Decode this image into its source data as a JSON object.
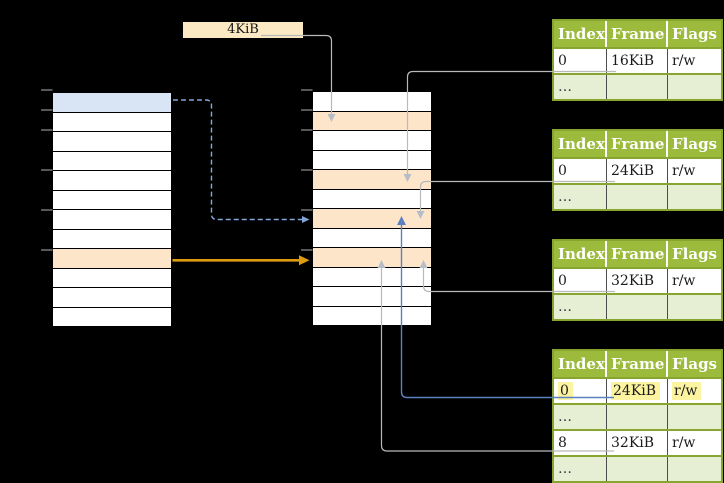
{
  "colors": {
    "background": "#000000",
    "row_blue": "#d9e4f5",
    "row_orange": "#fce5c9",
    "box_cream": "#fbe9c3",
    "header_green": "#9cbb3d",
    "light_green": "#e6eed3",
    "border_green": "#87a52f",
    "hl_yellow": "#fcf4a0",
    "line_gray": "#b9b9b9",
    "head_gray": "#b6bdc9",
    "arrow_blue": "#5c80c1",
    "dashed_blue": "#82a5d6",
    "arrow_orange": "#dd9b10",
    "tick_gray": "#7d7d7d",
    "cell_sep": "#4d4d4d"
  },
  "frame_size_label": "4KiB",
  "left_memory": {
    "rows": [
      {
        "variant": "blue"
      },
      {
        "variant": "plain"
      },
      {
        "variant": "plain"
      },
      {
        "variant": "plain"
      },
      {
        "variant": "plain"
      },
      {
        "variant": "plain"
      },
      {
        "variant": "plain"
      },
      {
        "variant": "plain"
      },
      {
        "variant": "orange"
      },
      {
        "variant": "plain"
      },
      {
        "variant": "plain"
      },
      {
        "variant": "plain"
      }
    ]
  },
  "middle_memory": {
    "rows": [
      {
        "variant": "plain"
      },
      {
        "variant": "orange"
      },
      {
        "variant": "plain"
      },
      {
        "variant": "plain"
      },
      {
        "variant": "orange"
      },
      {
        "variant": "plain"
      },
      {
        "variant": "orange"
      },
      {
        "variant": "plain"
      },
      {
        "variant": "orange"
      },
      {
        "variant": "plain"
      },
      {
        "variant": "plain"
      },
      {
        "variant": "plain"
      }
    ]
  },
  "page_tables": [
    {
      "header": {
        "index": "Index",
        "frame": "Frame",
        "flags": "Flags"
      },
      "rows": [
        {
          "index": "0",
          "frame": "16KiB",
          "flags": "r/w",
          "variant": "plain"
        },
        {
          "index": "…",
          "frame": "",
          "flags": "",
          "variant": "dots"
        }
      ]
    },
    {
      "header": {
        "index": "Index",
        "frame": "Frame",
        "flags": "Flags"
      },
      "rows": [
        {
          "index": "0",
          "frame": "24KiB",
          "flags": "r/w",
          "variant": "plain"
        },
        {
          "index": "…",
          "frame": "",
          "flags": "",
          "variant": "dots"
        }
      ]
    },
    {
      "header": {
        "index": "Index",
        "frame": "Frame",
        "flags": "Flags"
      },
      "rows": [
        {
          "index": "0",
          "frame": "32KiB",
          "flags": "r/w",
          "variant": "plain"
        },
        {
          "index": "…",
          "frame": "",
          "flags": "",
          "variant": "dots"
        }
      ]
    },
    {
      "header": {
        "index": "Index",
        "frame": "Frame",
        "flags": "Flags"
      },
      "rows": [
        {
          "index": "0",
          "frame": "24KiB",
          "flags": "r/w",
          "variant": "hl"
        },
        {
          "index": "…",
          "frame": "",
          "flags": "",
          "variant": "dots"
        },
        {
          "index": "8",
          "frame": "32KiB",
          "flags": "r/w",
          "variant": "plain"
        },
        {
          "index": "…",
          "frame": "",
          "flags": "",
          "variant": "dots"
        }
      ]
    }
  ]
}
